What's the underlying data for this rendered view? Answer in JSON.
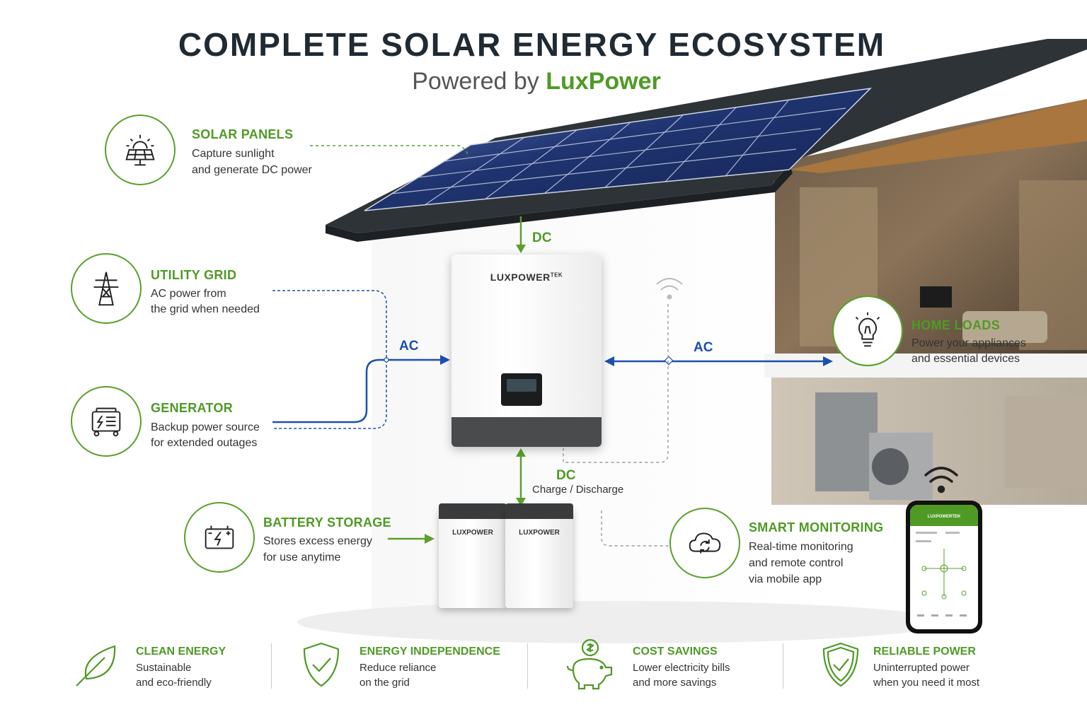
{
  "header": {
    "title": "COMPLETE SOLAR ENERGY ECOSYSTEM",
    "subtitle_prefix": "Powered by",
    "subtitle_brand": "LuxPower"
  },
  "components": {
    "solar_panels": {
      "title": "SOLAR PANELS",
      "line1": "Capture sunlight",
      "line2": "and generate DC power",
      "icon": "solar-panel-icon"
    },
    "utility_grid": {
      "title": "UTILITY GRID",
      "line1": "AC power from",
      "line2": "the grid when needed",
      "icon": "power-tower-icon"
    },
    "generator": {
      "title": "GENERATOR",
      "line1": "Backup power source",
      "line2": "for extended outages",
      "icon": "generator-icon"
    },
    "battery_storage": {
      "title": "BATTERY STORAGE",
      "line1": "Stores excess energy",
      "line2": "for use anytime",
      "icon": "battery-icon"
    },
    "home_loads": {
      "title": "HOME LOADS",
      "line1": "Power your appliances",
      "line2": "and essential devices",
      "icon": "lightbulb-icon"
    },
    "smart_monitoring": {
      "title": "SMART MONITORING",
      "line1": "Real-time monitoring",
      "line2": "and remote control",
      "line3": "via mobile app",
      "icon": "cloud-sync-icon"
    }
  },
  "flows": {
    "dc_top": "DC",
    "ac_left": "AC",
    "ac_right": "AC",
    "dc_bottom": "DC",
    "dc_bottom_sub": "Charge / Discharge"
  },
  "devices": {
    "inverter_brand": "LUXPOWER",
    "inverter_brand_sup": "TEK",
    "battery_brand": "LUXPOWER",
    "phone_brand": "LUXPOWERTEK"
  },
  "benefits": [
    {
      "title": "CLEAN ENERGY",
      "line1": "Sustainable",
      "line2": "and eco-friendly",
      "icon": "leaf-icon"
    },
    {
      "title": "ENERGY INDEPENDENCE",
      "line1": "Reduce reliance",
      "line2": "on the grid",
      "icon": "shield-check-icon"
    },
    {
      "title": "COST SAVINGS",
      "line1": "Lower electricity bills",
      "line2": "and more savings",
      "icon": "piggy-bank-icon"
    },
    {
      "title": "RELIABLE POWER",
      "line1": "Uninterrupted power",
      "line2": "when you need it most",
      "icon": "shield-check-icon"
    }
  ],
  "colors": {
    "accent_green": "#4f9a25",
    "flow_blue": "#1d4fb0",
    "title_dark": "#1f2a33",
    "roof_dark": "#2e3338",
    "panel_blue": "#1c2f63"
  }
}
